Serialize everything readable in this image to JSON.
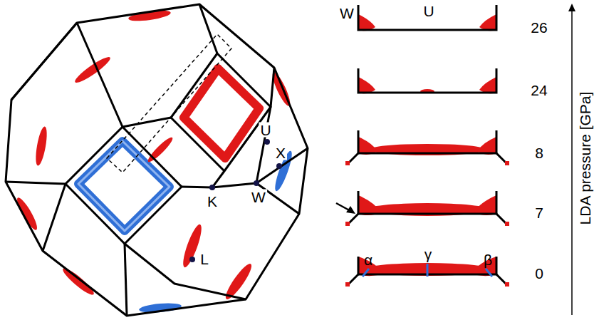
{
  "diagram": {
    "labels": [
      "U",
      "X",
      "K",
      "W",
      "L",
      "W",
      "U",
      "26",
      "24",
      "8",
      "7",
      "0",
      "α",
      "γ",
      "β",
      "LDA pressure [GPa]"
    ]
  }
}
